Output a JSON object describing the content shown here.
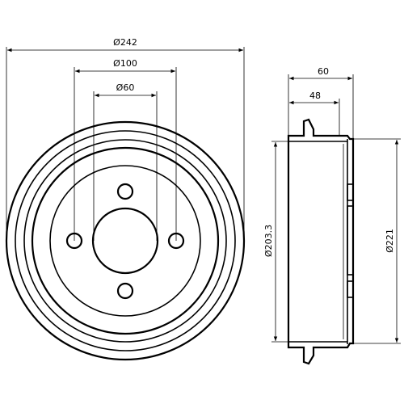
{
  "drawing": {
    "front_view": {
      "dims": {
        "outer_diameter": "Ø242",
        "bolt_circle": "Ø100",
        "center_bore": "Ø60"
      }
    },
    "side_view": {
      "dims": {
        "total_width": "60",
        "inner_width": "48",
        "inner_diameter": "Ø203.3",
        "outer_diameter": "Ø221"
      }
    },
    "line_color": "#000000",
    "background": "#ffffff"
  }
}
